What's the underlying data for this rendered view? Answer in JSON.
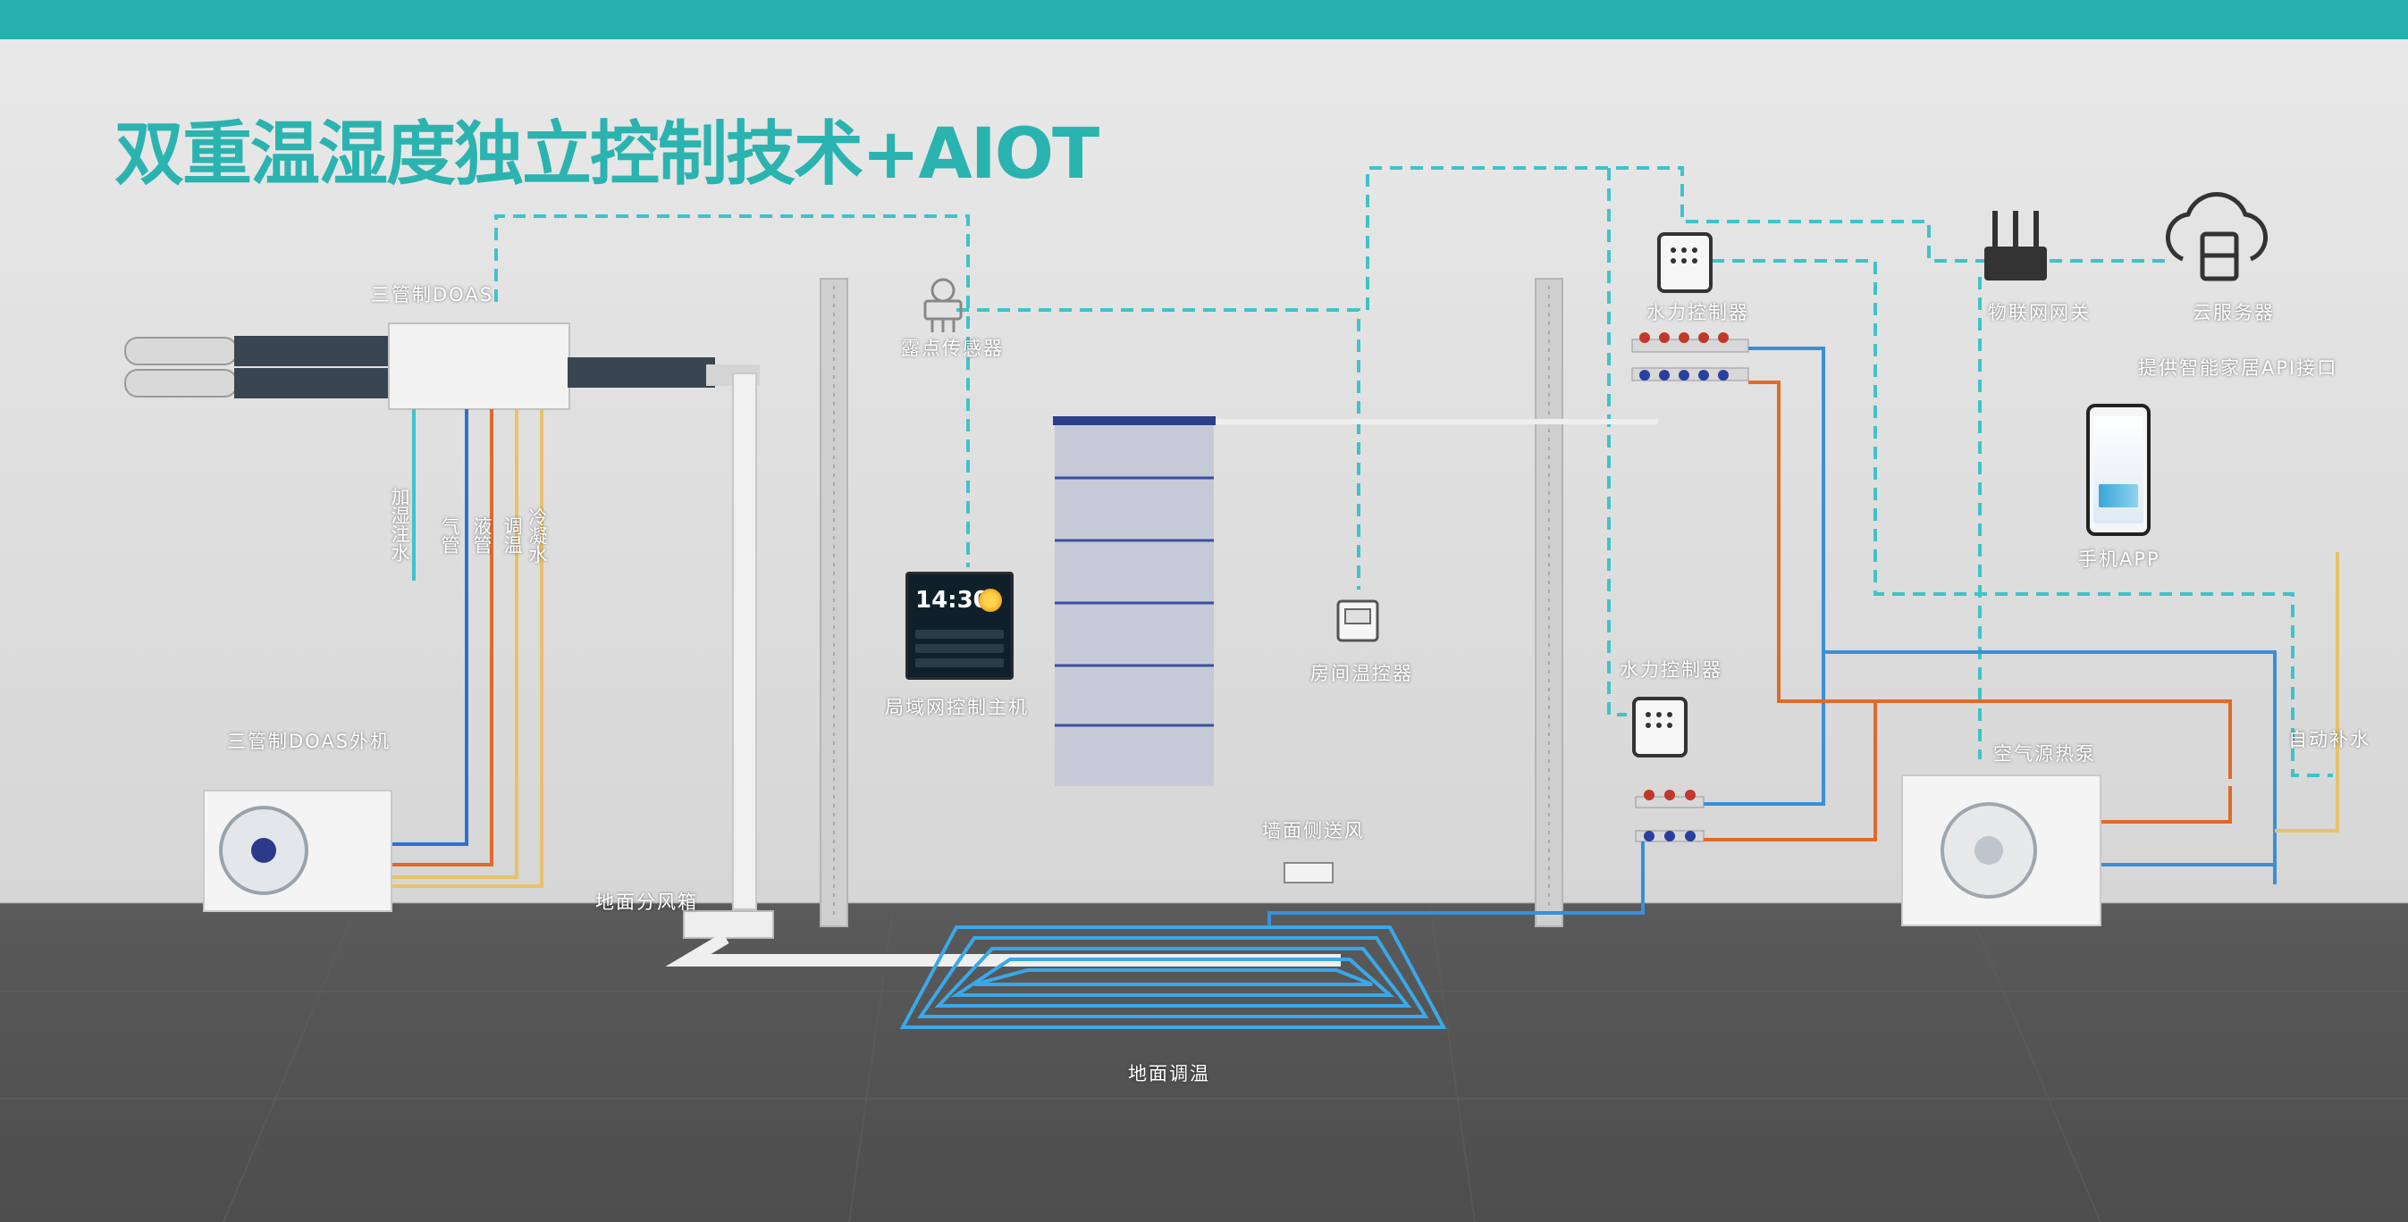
{
  "title": "双重温湿度独立控制技术+AIOT",
  "colors": {
    "accent": "#2bb3b0",
    "supply_pipe": "#3a8fd8",
    "return_pipe": "#e06a2a",
    "condensate": "#e8c060",
    "signal_line": "#3fc3c8"
  },
  "labels": {
    "doas": "三管制DOAS",
    "dew_sensor": "露点传感器",
    "hydro_ctrl_top": "水力控制器",
    "iot_gateway": "物联网网关",
    "cloud_server": "云服务器",
    "api_note": "提供智能家居API接口",
    "phone_app": "手机APP",
    "lan_host": "局域网控制主机",
    "room_thermostat": "房间温控器",
    "hydro_ctrl_bottom": "水力控制器",
    "heat_pump": "空气源热泵",
    "auto_refill": "自动补水",
    "doas_outdoor": "三管制DOAS外机",
    "floor_plenum": "地面分风箱",
    "wall_supply": "墙面侧送风",
    "floor_radiant": "地面调温"
  },
  "pipe_labels": [
    "加湿注水",
    "气管",
    "液管",
    "调温",
    "冷凝水"
  ],
  "panel": {
    "time": "14:30"
  },
  "icons": [
    "dew-sensor-icon",
    "controller-icon",
    "router-icon",
    "cloud-server-icon",
    "phone-icon",
    "thermostat-icon",
    "fan-icon"
  ]
}
